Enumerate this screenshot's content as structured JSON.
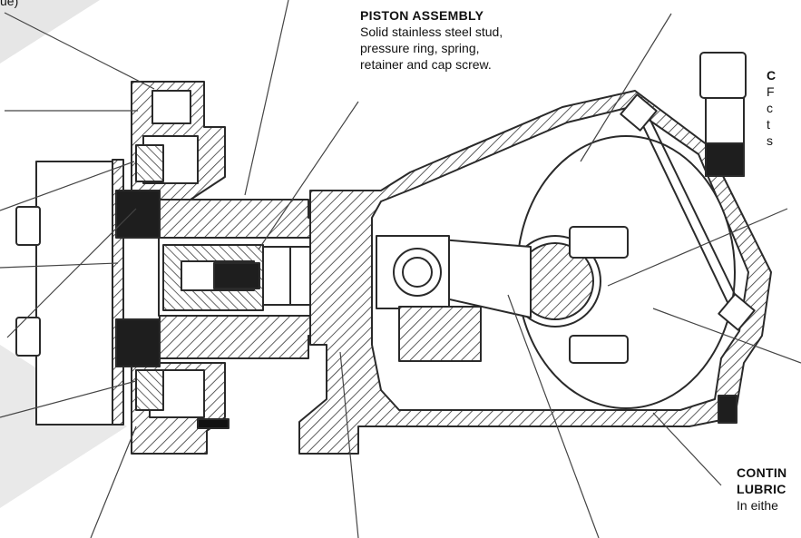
{
  "labels": {
    "top_left_fragment": "ue)",
    "piston_assembly": {
      "heading": "PISTON ASSEMBLY",
      "lines": [
        "Solid stainless steel stud,",
        "pressure ring, spring,",
        "retainer and cap screw."
      ]
    },
    "right_top": {
      "heading": "C",
      "lines": [
        "F",
        "c",
        "t",
        "s"
      ]
    },
    "right_bottom": {
      "heading_lines": [
        "CONTIN",
        "LUBRIC"
      ],
      "lines": [
        "In eithe"
      ]
    }
  },
  "colors": {
    "line": "#2a2a2a",
    "hatch": "#333333",
    "background_band": "#e6e6e6",
    "text": "#111111"
  }
}
